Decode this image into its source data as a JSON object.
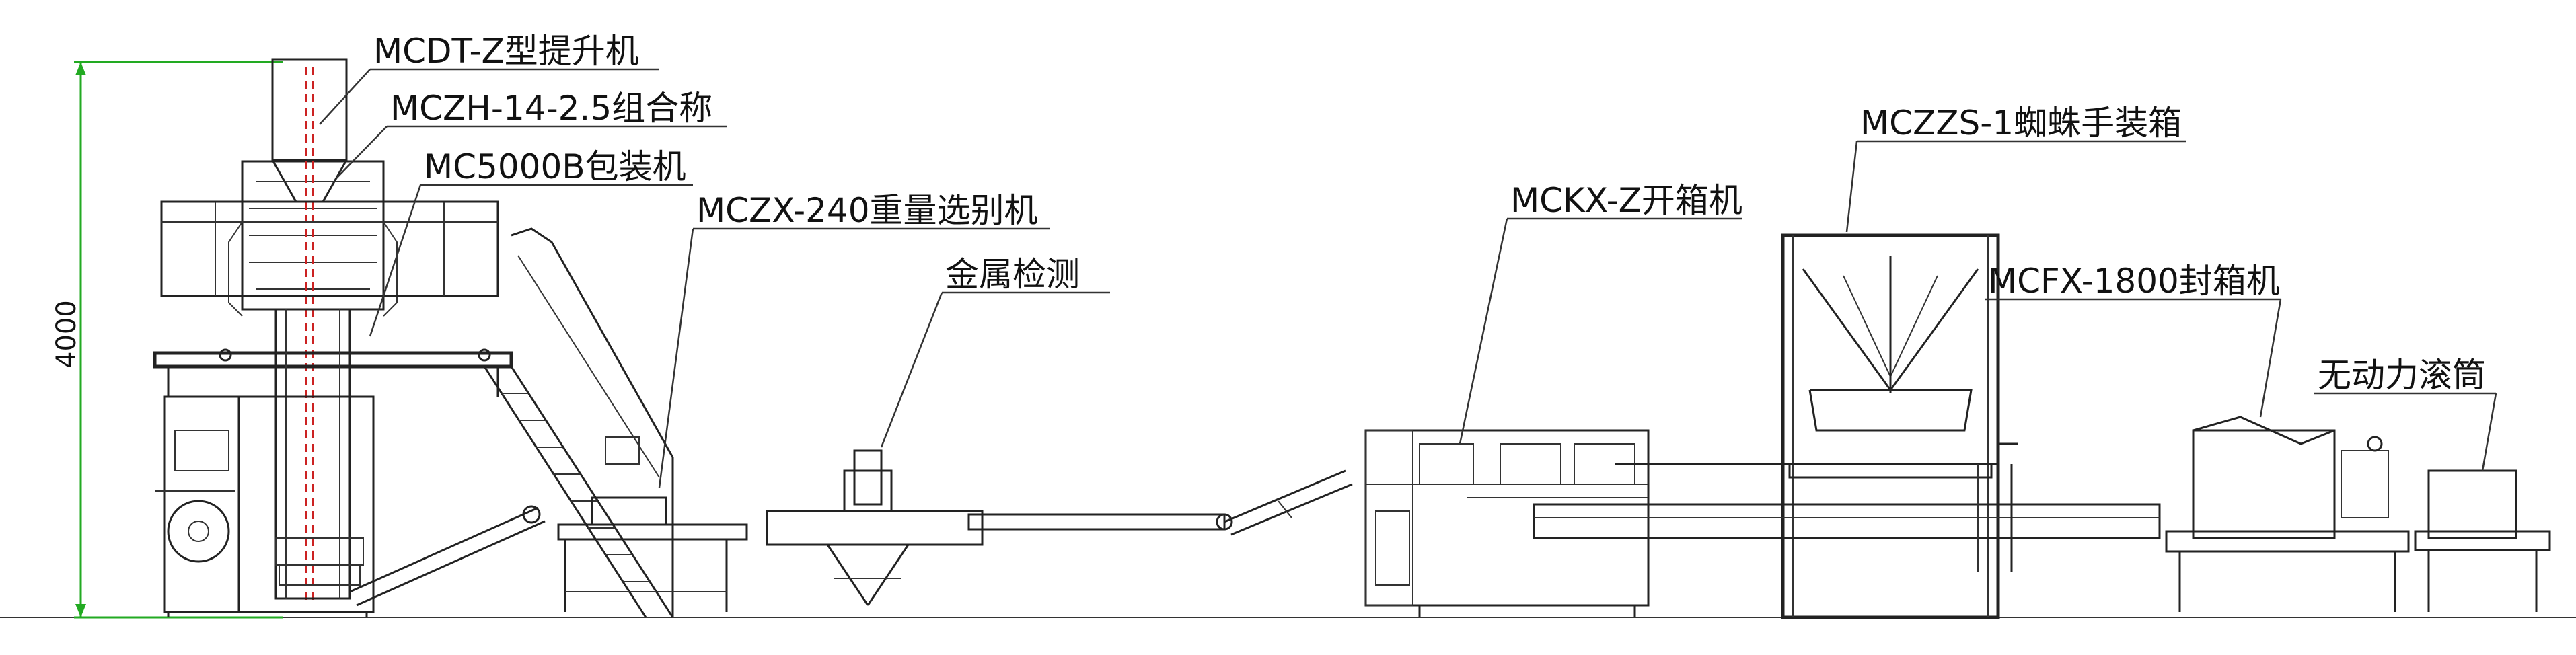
{
  "diagram": {
    "dimension": "4000",
    "labels": {
      "elevator": "MCDT-Z型提升机",
      "weigher": "MCZH-14-2.5组合称",
      "packer": "MC5000B包装机",
      "checkweigher": "MCZX-240重量选别机",
      "metal_detector": "金属检测",
      "case_erector": "MCKX-Z开箱机",
      "spider_packer": "MCZZS-1蜘蛛手装箱",
      "case_sealer": "MCFX-1800封箱机",
      "roller": "无动力滚筒"
    },
    "colors": {
      "line": "#222222",
      "dimension_line": "#22aa22",
      "center_line": "#cc2222"
    }
  }
}
